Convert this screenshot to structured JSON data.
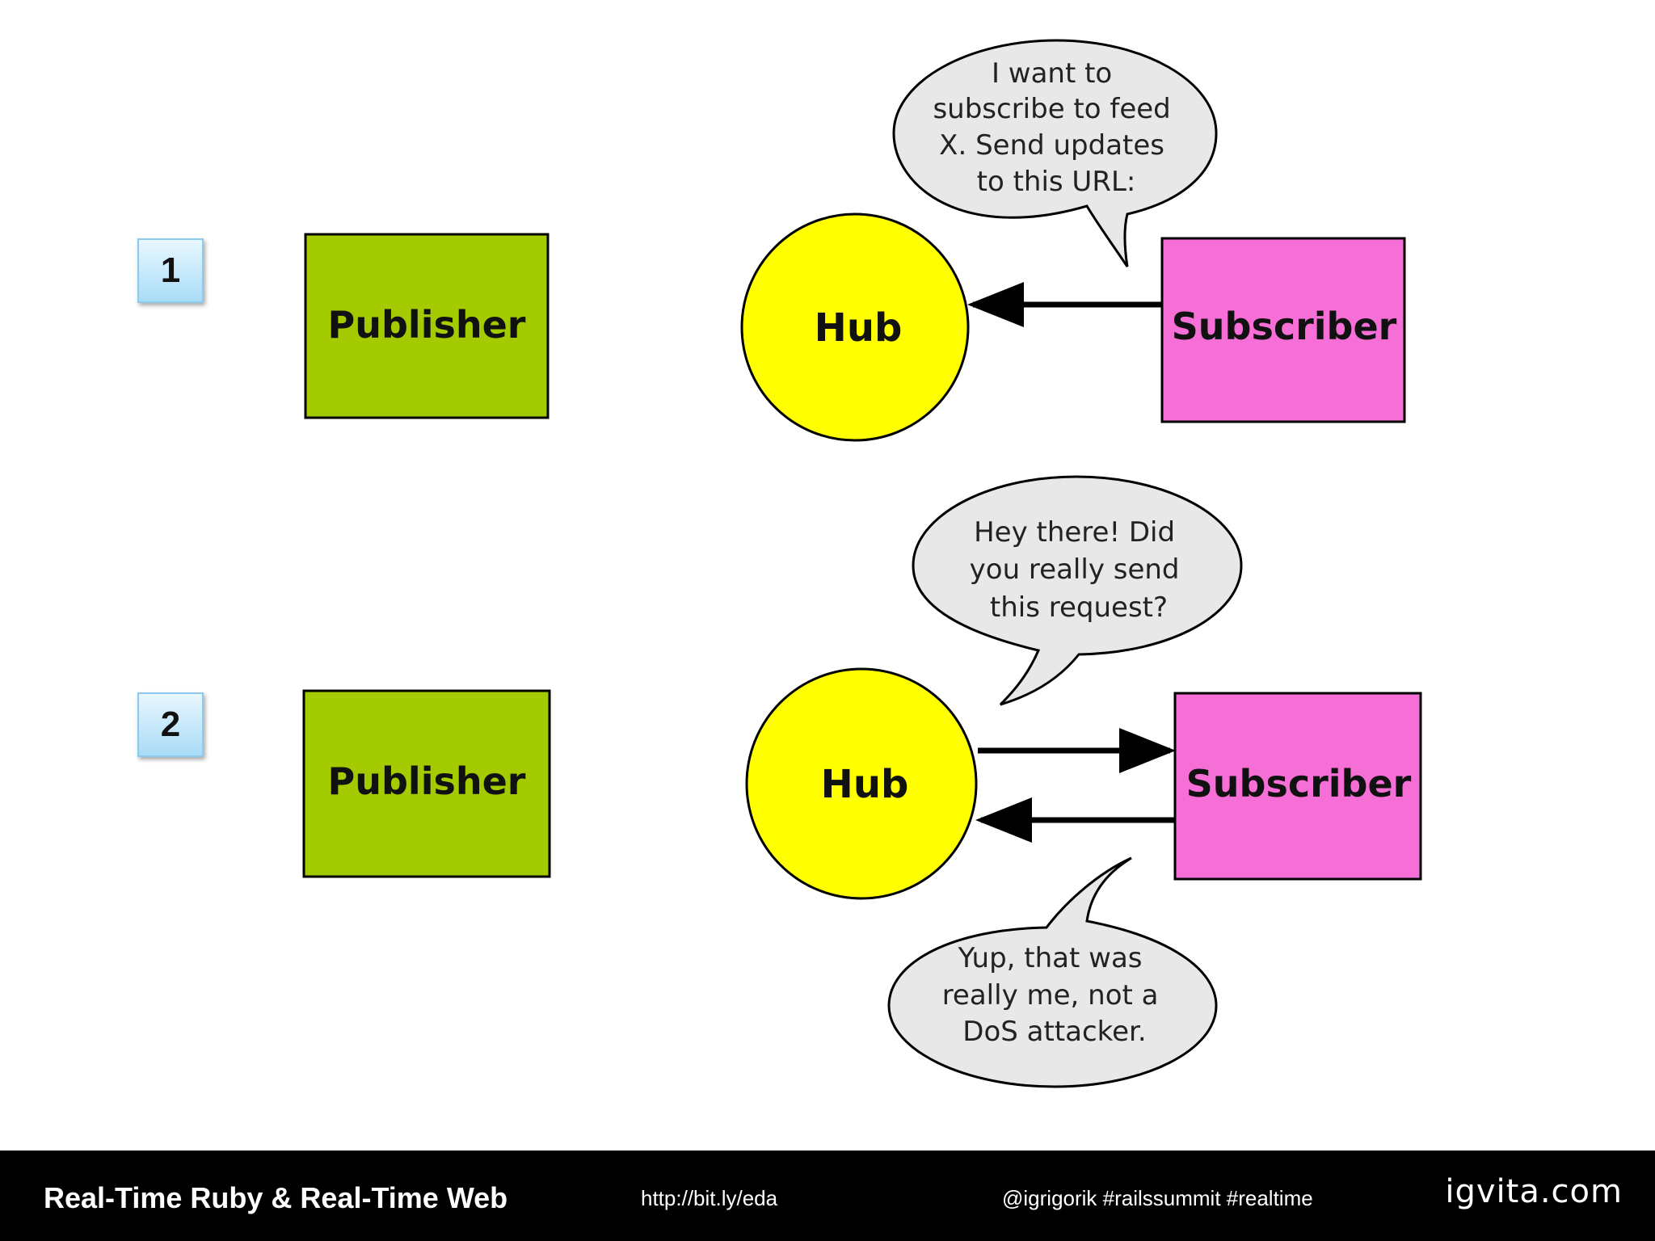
{
  "steps": [
    {
      "badge": "1",
      "publisher_label": "Publisher",
      "hub_label": "Hub",
      "subscriber_label": "Subscriber",
      "bubble_subscriber": [
        "I want to",
        "subscribe to feed",
        "X. Send updates",
        "to this URL:"
      ]
    },
    {
      "badge": "2",
      "publisher_label": "Publisher",
      "hub_label": "Hub",
      "subscriber_label": "Subscriber",
      "bubble_hub": [
        "Hey there! Did",
        "you really send",
        "this request?"
      ],
      "bubble_subscriber": [
        "Yup, that was",
        "really me, not a",
        "DoS attacker."
      ]
    }
  ],
  "footer": {
    "title": "Real-Time Ruby & Real-Time Web",
    "link": "http://bit.ly/eda",
    "handle": "@igrigorik #railssummit #realtime",
    "logo": "igvita.com"
  },
  "colors": {
    "publisher": "#a3cb00",
    "hub": "#ffff00",
    "subscriber": "#f66fd6",
    "bubble": "#e8e8e8",
    "footer": "#000000"
  }
}
